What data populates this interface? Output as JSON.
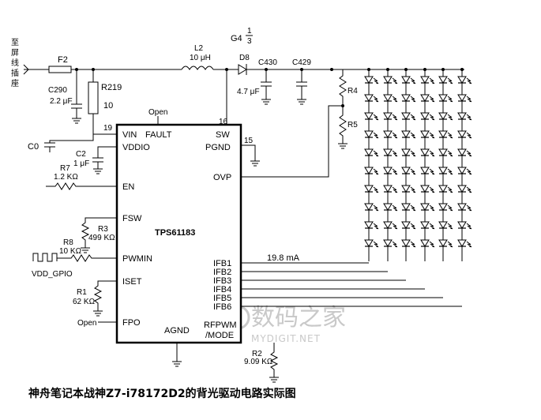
{
  "connector": {
    "label_chars": [
      "至",
      "屏",
      "线",
      "插",
      "座"
    ]
  },
  "components": {
    "fuse": "F2",
    "c290": {
      "ref": "C290",
      "value": "2.2 μF"
    },
    "r219": {
      "ref": "R219",
      "value": "10"
    },
    "inductor": {
      "ref": "L2",
      "value": "10 μH"
    },
    "diode": {
      "ref": "D8"
    },
    "g4_label": "G4",
    "g4_fraction": {
      "num": "1",
      "den": "3"
    },
    "c430": "C430",
    "c429": "C429",
    "c430_value": "4.7 μF",
    "r4": "R4",
    "r5": "R5",
    "c0": "C0",
    "c2": {
      "ref": "C2",
      "value": "1 μF"
    },
    "r7": {
      "ref": "R7",
      "value": "1.2 KΩ"
    },
    "r3": {
      "ref": "R3",
      "value": "499 KΩ"
    },
    "r8": {
      "ref": "R8",
      "value": "10 KΩ"
    },
    "r1": {
      "ref": "R1",
      "value": "62 KΩ"
    },
    "r2": {
      "ref": "R2",
      "value": "9.09 KΩ"
    },
    "vdd_gpio": "VDD_GPIO",
    "fpo_open": "Open",
    "fault_open": "Open"
  },
  "ic": {
    "name": "TPS61183",
    "pin_numbers": {
      "vin": "19",
      "sw": "16",
      "pgnd": "15"
    },
    "pins_left": [
      "VIN",
      "VDDIO",
      "EN",
      "FSW",
      "PWMIN",
      "ISET",
      "FPO"
    ],
    "pins_top": {
      "fault": "FAULT",
      "sw": "SW"
    },
    "pins_right": [
      "PGND",
      "OVP",
      "IFB1",
      "IFB2",
      "IFB3",
      "IFB4",
      "IFB5",
      "IFB6"
    ],
    "pins_bottom": {
      "agnd": "AGND",
      "rfpwm_1": "RFPWM",
      "rfpwm_2": "/MODE"
    }
  },
  "current_label": "19.8 mA",
  "led_array": {
    "strings": 6,
    "leds_per_string": 10
  },
  "watermark": {
    "main": "数码之家",
    "sub": "MYDIGIT.NET"
  },
  "caption": "神舟笔记本战神Z7-i78172D2的背光驱动电路实际图"
}
